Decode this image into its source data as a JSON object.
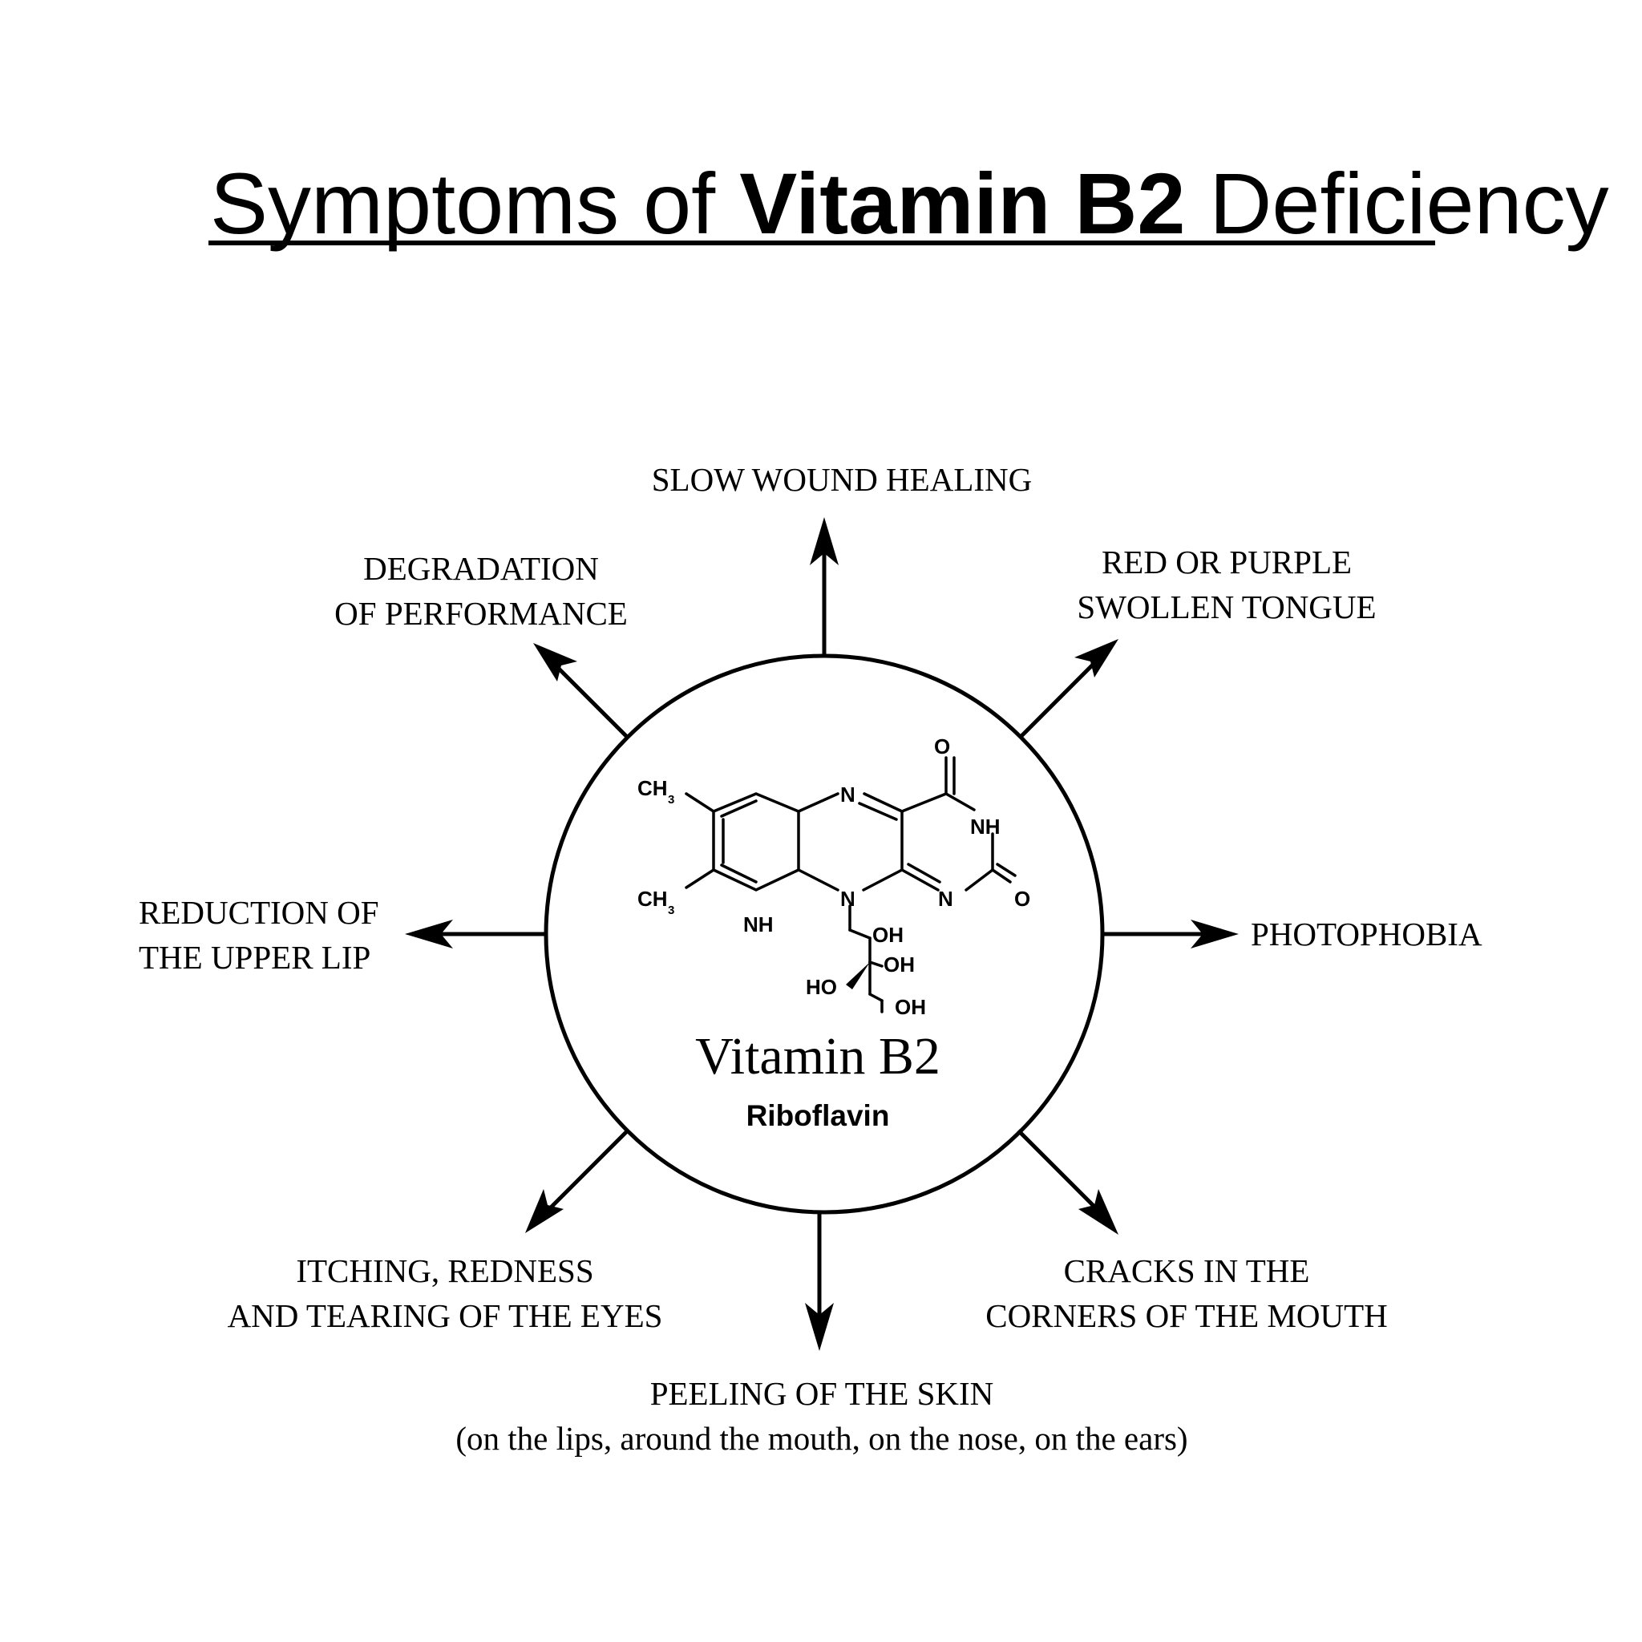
{
  "title": {
    "prefix": "Symptoms of",
    "bold": "Vitamin B2",
    "suffix": "Deficiency"
  },
  "center": {
    "name": "Vitamin B2",
    "subtitle": "Riboflavin",
    "molecule_labels": {
      "ch3_top": "CH",
      "ch3_bottom": "CH",
      "sub3": "3",
      "n_top": "N",
      "n_mid": "N",
      "n_right": "N",
      "nh_left": "NH",
      "nh_right": "NH",
      "o_top": "O",
      "o_right": "O",
      "oh1": "OH",
      "oh2": "OH",
      "oh3": "OH",
      "ho": "HO"
    }
  },
  "symptoms": {
    "top": [
      "SLOW WOUND HEALING"
    ],
    "top_left": [
      "DEGRADATION",
      "OF PERFORMANCE"
    ],
    "top_right": [
      "RED OR PURPLE",
      "SWOLLEN TONGUE"
    ],
    "left": [
      "REDUCTION OF",
      "THE UPPER LIP"
    ],
    "right": [
      "PHOTOPHOBIA"
    ],
    "bottom_left": [
      "ITCHING, REDNESS",
      "AND TEARING OF THE EYES"
    ],
    "bottom_right": [
      "CRACKS IN THE",
      "CORNERS OF THE MOUTH"
    ],
    "bottom": [
      "PEELING OF THE SKIN",
      "(on the lips, around the mouth, on the nose, on the ears)"
    ]
  },
  "colors": {
    "ink": "#000000",
    "background": "#ffffff"
  }
}
